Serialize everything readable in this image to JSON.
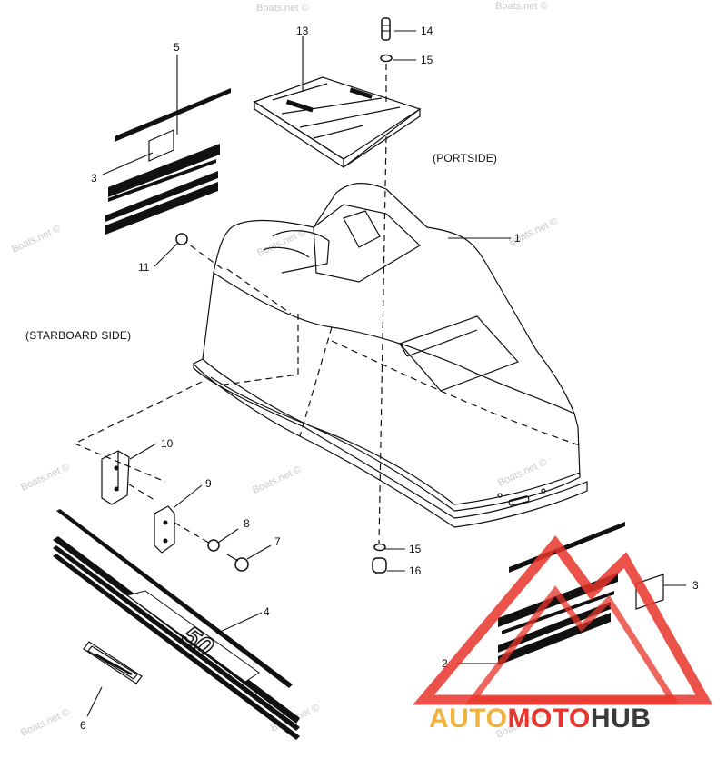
{
  "labels": {
    "portside": "(PORTSIDE)",
    "starboard": "(STARBOARD SIDE)"
  },
  "callouts": [
    {
      "id": "c1",
      "text": "1"
    },
    {
      "id": "c2",
      "text": "2"
    },
    {
      "id": "c3a",
      "text": "3"
    },
    {
      "id": "c3b",
      "text": "3"
    },
    {
      "id": "c4",
      "text": "4"
    },
    {
      "id": "c5",
      "text": "5"
    },
    {
      "id": "c6",
      "text": "6"
    },
    {
      "id": "c7",
      "text": "7"
    },
    {
      "id": "c8",
      "text": "8"
    },
    {
      "id": "c9",
      "text": "9"
    },
    {
      "id": "c10",
      "text": "10"
    },
    {
      "id": "c11",
      "text": "11"
    },
    {
      "id": "c13",
      "text": "13"
    },
    {
      "id": "c14",
      "text": "14"
    },
    {
      "id": "c15a",
      "text": "15"
    },
    {
      "id": "c15b",
      "text": "15"
    },
    {
      "id": "c16",
      "text": "16"
    }
  ],
  "decal_text": "50",
  "watermark": "Boats.net ©",
  "brand": {
    "part1": "AUTO",
    "part2": "MOTO",
    "part3": "HUB",
    "color1": "#f0b23c",
    "color2": "#e8342a",
    "color3": "#3a3a3a"
  }
}
